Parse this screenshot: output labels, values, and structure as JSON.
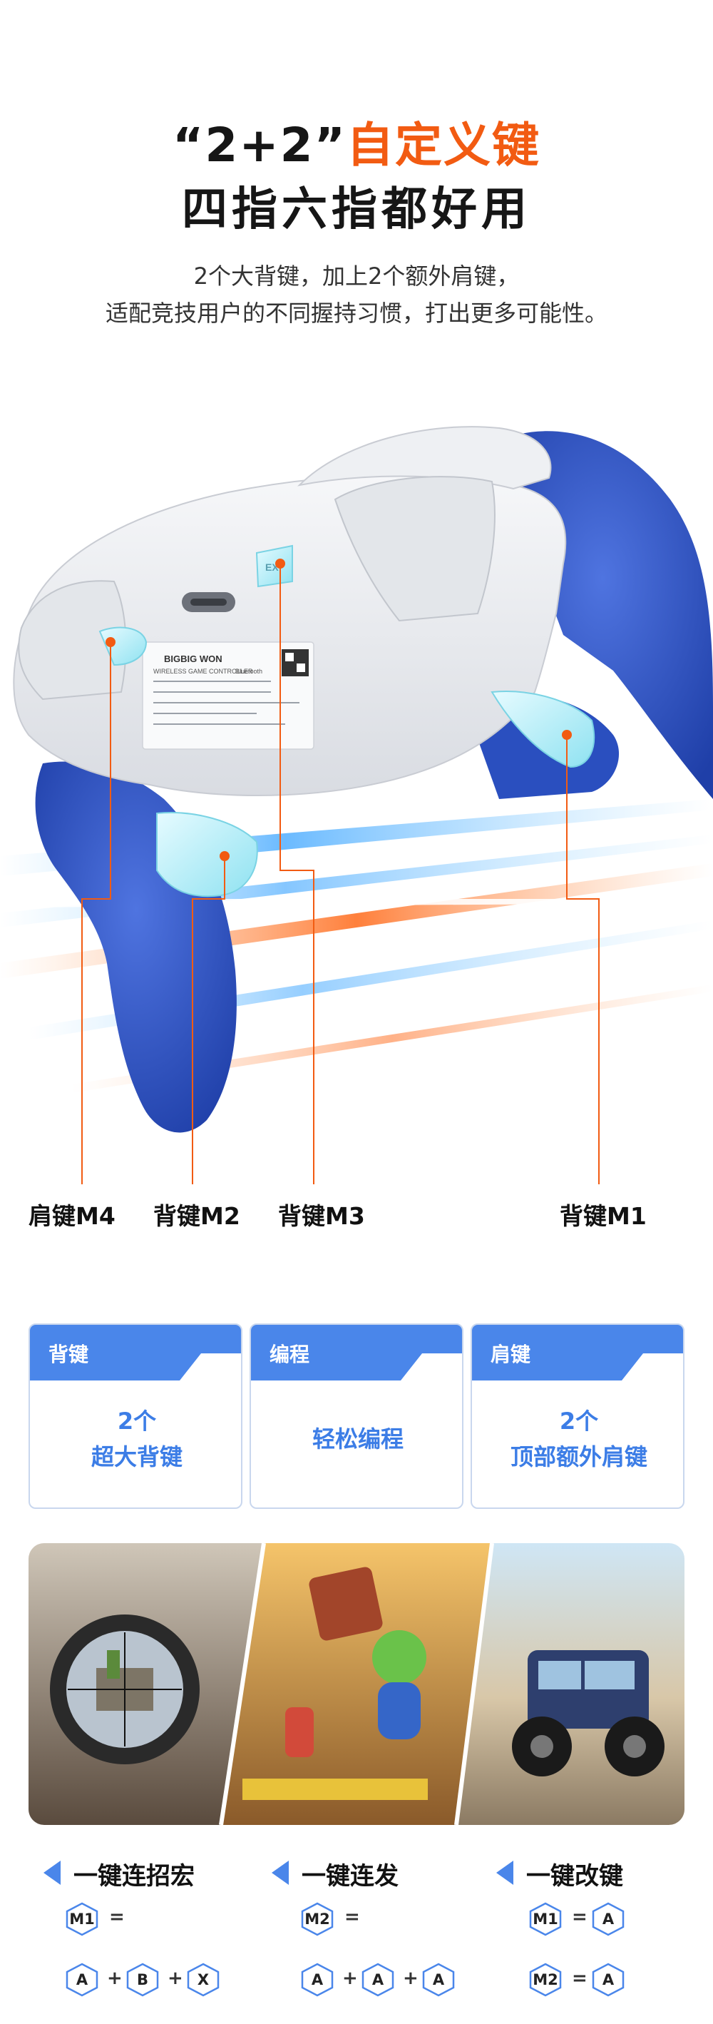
{
  "heading": {
    "quote": "“2+2”",
    "accent": "自定义键",
    "line2": "四指六指都好用",
    "sub1": "2个大背键，加上2个额外肩键，",
    "sub2": "适配竞技用户的不同握持习惯，打出更多可能性。"
  },
  "controller": {
    "brand": "BIGBIG WON",
    "label_model": "WIRELESS GAME CONTROLLER",
    "label_bt": "Bluetooth",
    "port_ex": "EX",
    "colors": {
      "body": "#2d55c9",
      "grip_shell": "#e9ebee",
      "paddle": "#bff1f8",
      "accent": "#f25b12"
    }
  },
  "callouts": {
    "m4": "肩键M4",
    "m2": "背键M2",
    "m3": "背键M3",
    "m1": "背键M1"
  },
  "cards": [
    {
      "tab": "背键",
      "line1": "2个",
      "line2": "超大背键"
    },
    {
      "tab": "编程",
      "line1": "轻松编程",
      "line2": ""
    },
    {
      "tab": "肩键",
      "line1": "2个",
      "line2": "顶部额外肩键"
    }
  ],
  "macros": [
    {
      "title": "一键连招宏",
      "row1": [
        "M1",
        "="
      ],
      "row2": [
        "A",
        "+",
        "B",
        "+",
        "X"
      ]
    },
    {
      "title": "一键连发",
      "row1": [
        "M2",
        "="
      ],
      "row2": [
        "A",
        "+",
        "A",
        "+",
        "A"
      ]
    },
    {
      "title": "一键改键",
      "row1": [
        "M1",
        "=",
        "A"
      ],
      "row2": [
        "M2",
        "=",
        "A"
      ]
    }
  ],
  "colors": {
    "blue": "#3c7de6",
    "tab": "#4a86ea",
    "orange": "#f25b12"
  }
}
